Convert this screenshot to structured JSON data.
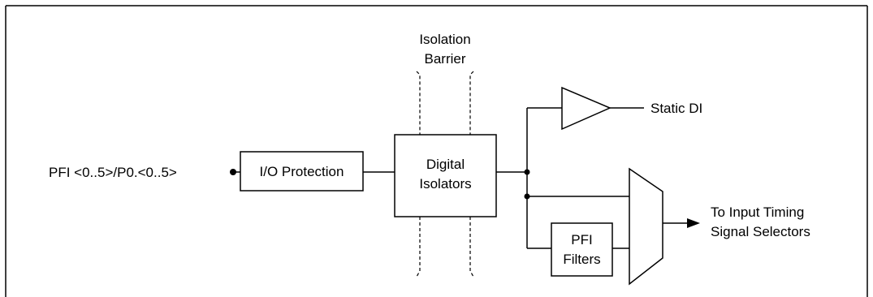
{
  "barrier": {
    "label_line1": "Isolation",
    "label_line2": "Barrier"
  },
  "input": {
    "label": "PFI <0..5>/P0.<0..5>"
  },
  "blocks": {
    "io_protection": "I/O Protection",
    "digital_isolators_line1": "Digital",
    "digital_isolators_line2": "Isolators",
    "pfi_filters_line1": "PFI",
    "pfi_filters_line2": "Filters"
  },
  "outputs": {
    "static_di": "Static DI",
    "timing_line1": "To Input Timing",
    "timing_line2": "Signal Selectors"
  }
}
